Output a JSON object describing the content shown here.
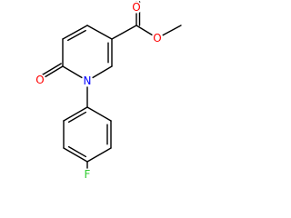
{
  "molecule": {
    "atoms": {
      "oxygen_carbonyl_ester": "O",
      "oxygen_ether_ester": "O",
      "oxygen_pyridone": "O",
      "nitrogen_ring": "N",
      "fluorine": "F"
    },
    "colors": {
      "bond": "#000000",
      "O": "#ff0000",
      "N": "#0000ff",
      "F": "#33cc33",
      "background": "#ffffff"
    }
  }
}
